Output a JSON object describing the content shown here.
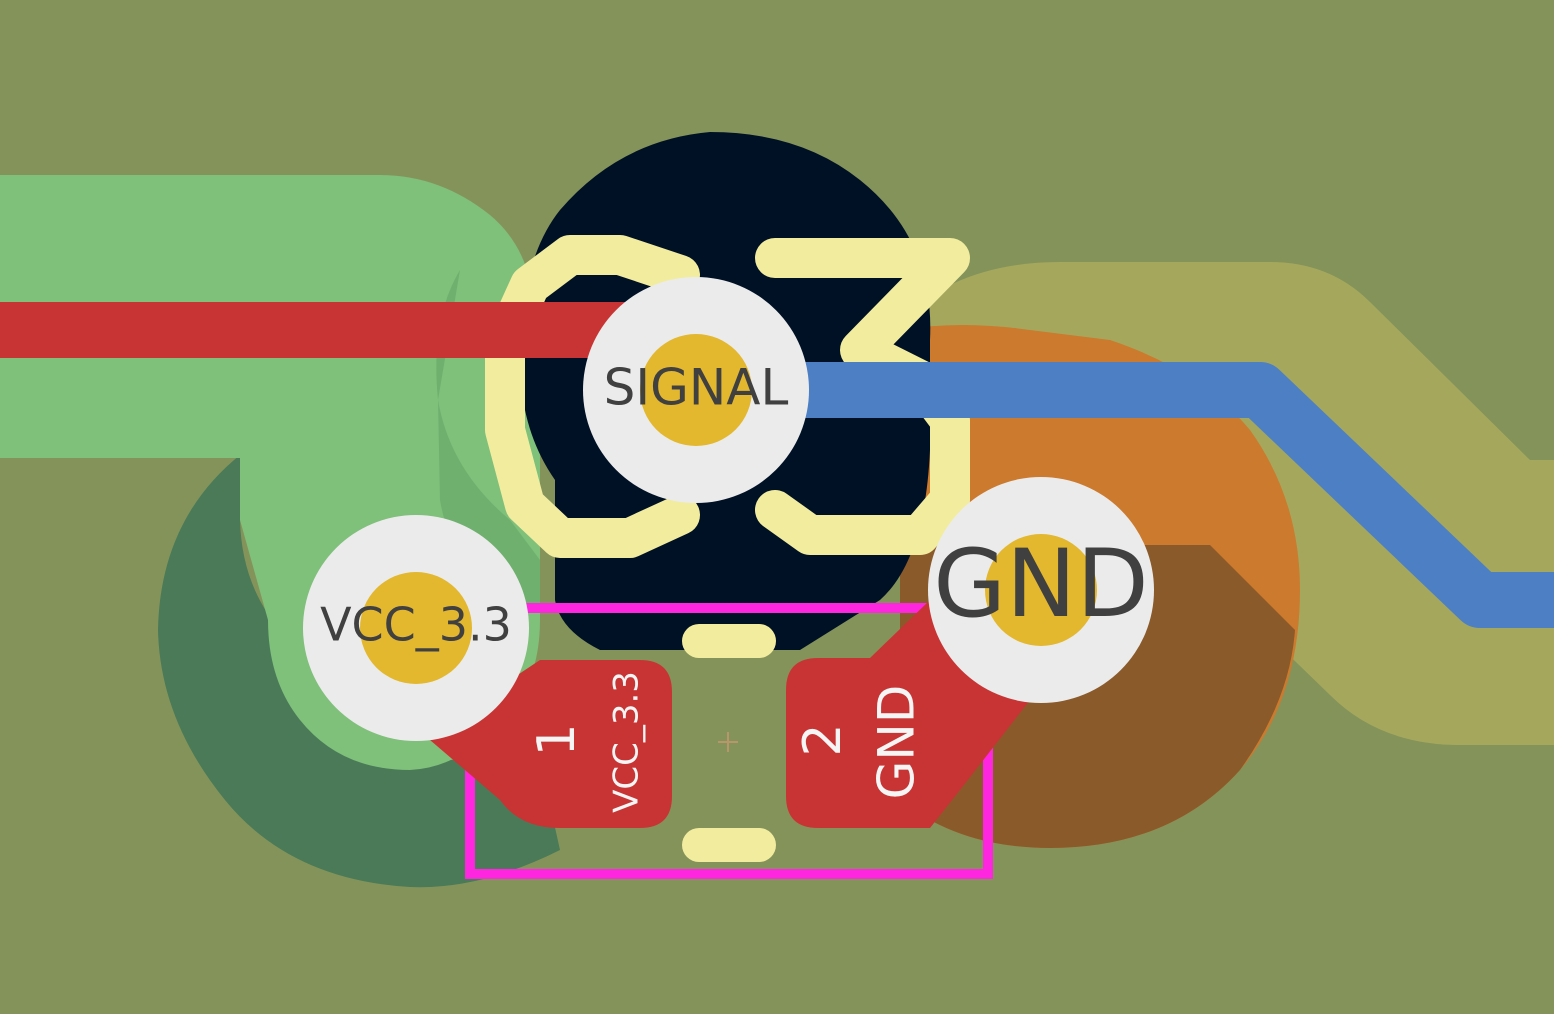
{
  "colors": {
    "board_background": "#84935a",
    "zone_green_light": "#7fc07a",
    "zone_green_dark": "#4a7a57",
    "zone_green_mid": "#6fb06f",
    "zone_orange": "#cc7a2e",
    "zone_orange_dark": "#8a5a2a",
    "zone_olive": "#a5a85c",
    "keepout_dark": "#001126",
    "silkscreen": "#f2ec9f",
    "courtyard": "#ff26e0",
    "trace_front": "#c83434",
    "trace_back": "#4d7fc4",
    "via_ring": "#ebebeb",
    "via_drill": "#e3b72e",
    "pad": "#c83434",
    "via_text": "#404040",
    "pad_text": "#f5f5f5"
  },
  "vias": [
    {
      "net": "SIGNAL"
    },
    {
      "net": "VCC_3.3"
    },
    {
      "net": "GND"
    }
  ],
  "pads": [
    {
      "number": "1",
      "net": "VCC_3.3"
    },
    {
      "number": "2",
      "net": "GND"
    }
  ]
}
